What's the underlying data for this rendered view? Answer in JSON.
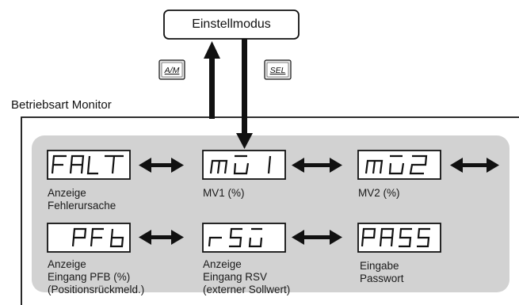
{
  "mode_box": {
    "label": "Einstellmodus"
  },
  "keys": {
    "am_key": "A/M",
    "sel_key": "SEL"
  },
  "section_title": "Betriebsart Monitor",
  "displays": [
    {
      "code": "FALT",
      "label_lines": [
        "Anzeige",
        "Fehlerursache"
      ]
    },
    {
      "code": "MV1",
      "label_lines": [
        "MV1 (%)"
      ]
    },
    {
      "code": "MV2",
      "label_lines": [
        "MV2 (%)"
      ]
    },
    {
      "code": "PFb",
      "label_lines": [
        "Anzeige",
        "Eingang PFB (%)",
        "(Positionsrückmeld.)"
      ]
    },
    {
      "code": "rSV",
      "label_lines": [
        "Anzeige",
        "Eingang RSV",
        "(externer Sollwert)"
      ]
    },
    {
      "code": "PASS",
      "label_lines": [
        "Eingabe",
        "Passwort"
      ]
    }
  ],
  "colors": {
    "panel": "#d2d2d2",
    "line": "#111111",
    "display_bg": "#ffffff"
  }
}
